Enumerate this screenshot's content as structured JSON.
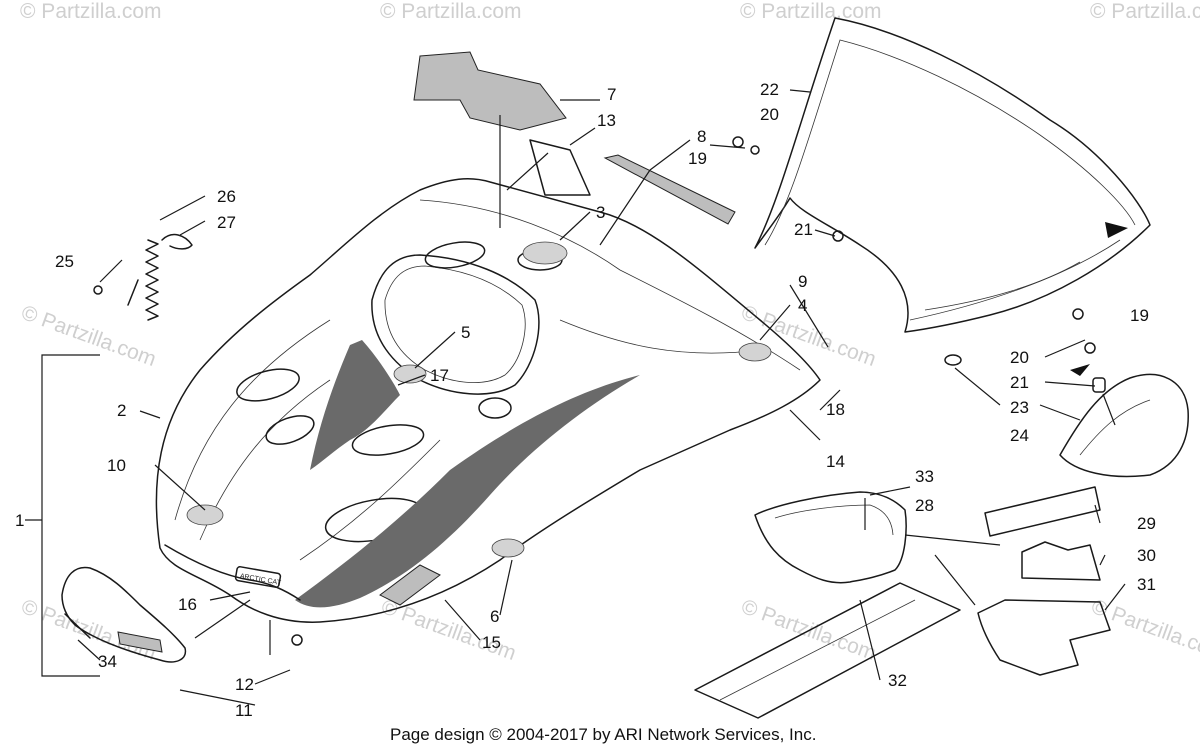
{
  "footer": {
    "text": "Page design © 2004-2017 by ARI Network Services, Inc."
  },
  "watermark": {
    "text": "© Partzilla.com"
  },
  "hood_decal_text": "ARCTIC CAT",
  "callouts": {
    "c1": "1",
    "c2": "2",
    "c3": "3",
    "c4": "4",
    "c5": "5",
    "c6": "6",
    "c7": "7",
    "c8": "8",
    "c9": "9",
    "c10": "10",
    "c11": "11",
    "c12": "12",
    "c13": "13",
    "c14": "14",
    "c15": "15",
    "c16": "16",
    "c17": "17",
    "c18": "18",
    "c19a": "19",
    "c19b": "19",
    "c20a": "20",
    "c20b": "20",
    "c21a": "21",
    "c21b": "21",
    "c22": "22",
    "c23": "23",
    "c24": "24",
    "c25": "25",
    "c26": "26",
    "c27": "27",
    "c28": "28",
    "c29": "29",
    "c30": "30",
    "c31": "31",
    "c32": "32",
    "c33": "33",
    "c34": "34"
  },
  "colors": {
    "line": "#1a1a1a",
    "watermark": "#cfcfcf",
    "decal": "#6a6a6a"
  }
}
